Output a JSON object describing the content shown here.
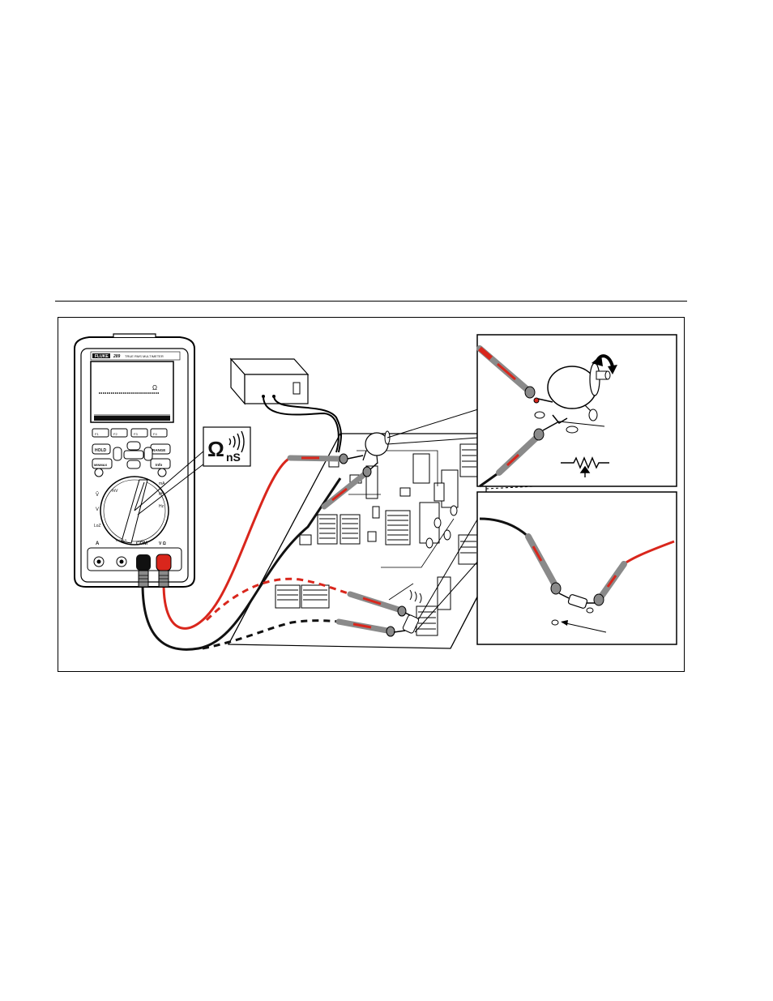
{
  "meter": {
    "brand": "FLUKE",
    "model": "289",
    "subtitle": "TRUE RMS MULTIMETER",
    "display_symbol": "Ω",
    "softkeys": [
      "F1",
      "F2",
      "F3",
      "F4"
    ],
    "buttons": {
      "hold": "HOLD",
      "minmax": "MINMAX",
      "range": "RANGE",
      "info": "Info"
    },
    "dial_labels": {
      "mv": "mV",
      "v_ac": "Ṽ",
      "v_dc": "V",
      "loz": "LoZ",
      "ma": "mA",
      "ua": "μA",
      "hz": "Hz"
    },
    "jacks": {
      "a": "A",
      "ma_ua": "mA μA",
      "com": "COM",
      "v_ohm": "V Ω"
    }
  },
  "callout": {
    "symbol": "Ω",
    "unit": "nS"
  },
  "colors": {
    "red_lead": "#d9261c",
    "black_lead": "#111111",
    "probe_gray": "#8a8a8a",
    "outline": "#000000"
  },
  "icons": [
    "resistor-variable-icon",
    "rotate-arrow-icon",
    "sound-waves-icon"
  ]
}
